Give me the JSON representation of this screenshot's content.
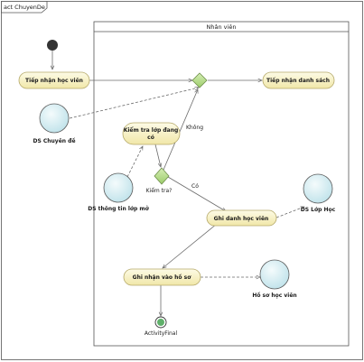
{
  "diagram": {
    "frame_title": "act ChuyenDe",
    "swimlane_title": "Nhân viên",
    "nodes": {
      "tiep_nhan_hoc_vien": "Tiếp nhận học viên",
      "tiep_nhan_danh_sach": "Tiếp nhận danh sách",
      "ds_chuyen_de": "DS Chuyên đề",
      "kiem_tra_lop_line1": "Kiểm tra lớp đang",
      "kiem_tra_lop_line2": "có",
      "ds_thong_tin_lop_mo": "DS thông tin lớp mở",
      "kiem_tra_q": "Kiểm tra?",
      "ghi_danh_hoc_vien": "Ghi danh học viên",
      "ds_lop_hoc": "DS Lớp Học",
      "ghi_nhan_vao_ho_so": "Ghi nhận vào hồ sơ",
      "ho_so_hoc_vien": "Hồ sơ học viên",
      "activity_final": "ActivityFinal"
    },
    "guards": {
      "khong": "Không",
      "co": "Có"
    },
    "colors": {
      "action_fill_top": "#fdfbe6",
      "action_fill_bottom": "#f3eab0",
      "action_stroke": "#b5a96a",
      "decision_fill": "#b8dc8c",
      "decision_stroke": "#6e8f4a",
      "datastore_fill": "#cfe9ef",
      "datastore_stroke": "#5a5a5a",
      "final_fill": "#5fb06a",
      "start_fill": "#333333"
    }
  }
}
